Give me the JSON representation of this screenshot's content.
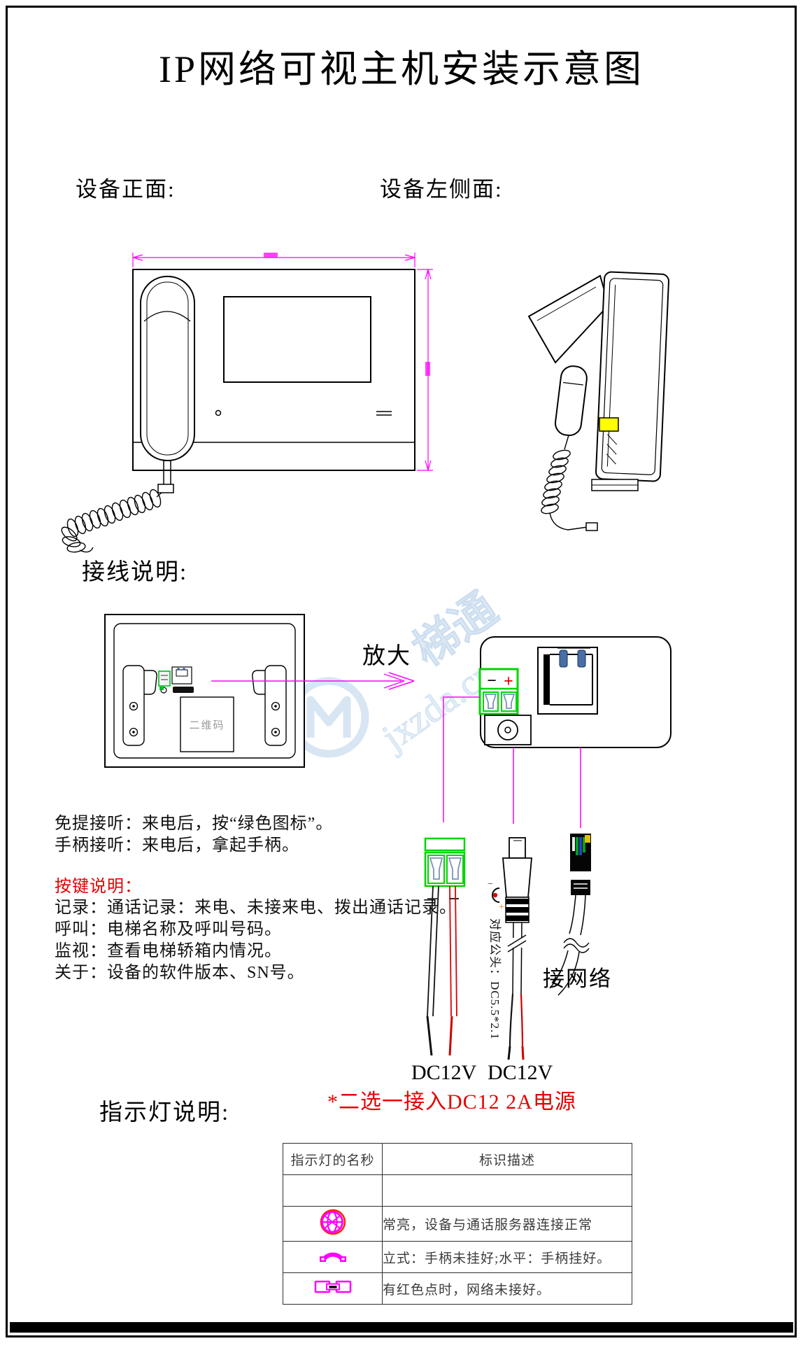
{
  "title": "IP网络可视主机安装示意图",
  "sections": {
    "front_view_label": "设备正面:",
    "side_view_label": "设备左侧面:",
    "wiring_label": "接线说明:",
    "zoom_label": "放大",
    "indicator_label": "指示灯说明:"
  },
  "back_panel": {
    "qr_label": "二维码"
  },
  "enlarged_panel": {
    "minus": "−",
    "plus": "+"
  },
  "instructions": {
    "answer_lines": [
      "免提接听：来电后，按“绿色图标”。",
      "手柄接听：来电后，拿起手柄。"
    ],
    "keys_title": "按键说明：",
    "key_lines": [
      "记录：通话记录：来电、未接来电、拨出通话记录。",
      "呼叫：电梯名称及呼叫号码。",
      "监视：查看电梯轿箱内情况。",
      "关于：设备的软件版本、SN号。"
    ]
  },
  "wiring": {
    "dc_label_1": "DC12V",
    "dc_label_2": "DC12V",
    "network_label": "接网络",
    "dc_plug_note": "对应公头：DC5.5*2.1",
    "polarity_minus": "−",
    "polarity_plus": "+",
    "power_note": "*二选一接入DC12 2A电源"
  },
  "indicator_table": {
    "headers": [
      "指示灯的名秒",
      "标识描述"
    ],
    "rows": [
      {
        "icon": "",
        "desc": ""
      },
      {
        "icon": "globe-indicator-icon",
        "desc": "常亮，设备与通话服务器连接正常"
      },
      {
        "icon": "handset-indicator-icon",
        "desc": "立式：手柄未挂好;水平：手柄挂好。"
      },
      {
        "icon": "network-indicator-icon",
        "desc": "有红色点时，网络未接好。"
      }
    ]
  },
  "watermark": {
    "brand": "梯通",
    "domain": "jxzda.cn"
  },
  "colors": {
    "accent_magenta": "#ff00ff",
    "terminal_green": "#00d500",
    "note_red": "#e60000",
    "highlight_yellow": "#ffff00",
    "watermark_blue": "#a8c6e4"
  }
}
